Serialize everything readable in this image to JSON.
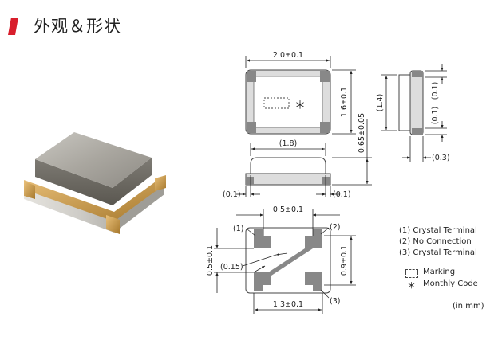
{
  "title": "外观＆形状",
  "colors": {
    "accent": "#d81e2c",
    "pad": "#888888",
    "body": "#d8d8d8",
    "lid": "#f2f2f2"
  },
  "dimensions": {
    "width_top": "2.0±0.1",
    "height_right": "1.6±0.1",
    "side_height": "(1.4)",
    "side_top_gap": "(0.1)",
    "side_bottom_gap": "(0.1)",
    "side_thickness": "(0.3)",
    "total_height": "0.65±0.05",
    "front_width": "(1.8)",
    "front_left": "(0.1)",
    "front_right": "(0.1)",
    "pad_pitch_x": "0.5±0.1",
    "pad_pitch_y_left": "0.5±0.1",
    "pad_gap": "(0.15)",
    "pad_height_right": "0.9±0.1",
    "pad_span_bottom": "1.3±0.1",
    "pin1": "(1)",
    "pin2": "(2)",
    "pin3": "(3)"
  },
  "legend": {
    "pins": [
      "(1) Crystal Terminal",
      "(2) No Connection",
      "(3) Crystal Terminal"
    ],
    "marking": "Marking",
    "marking_symbol": "＊",
    "monthly_code": "Monthly Code",
    "unit": "(in mm)"
  }
}
